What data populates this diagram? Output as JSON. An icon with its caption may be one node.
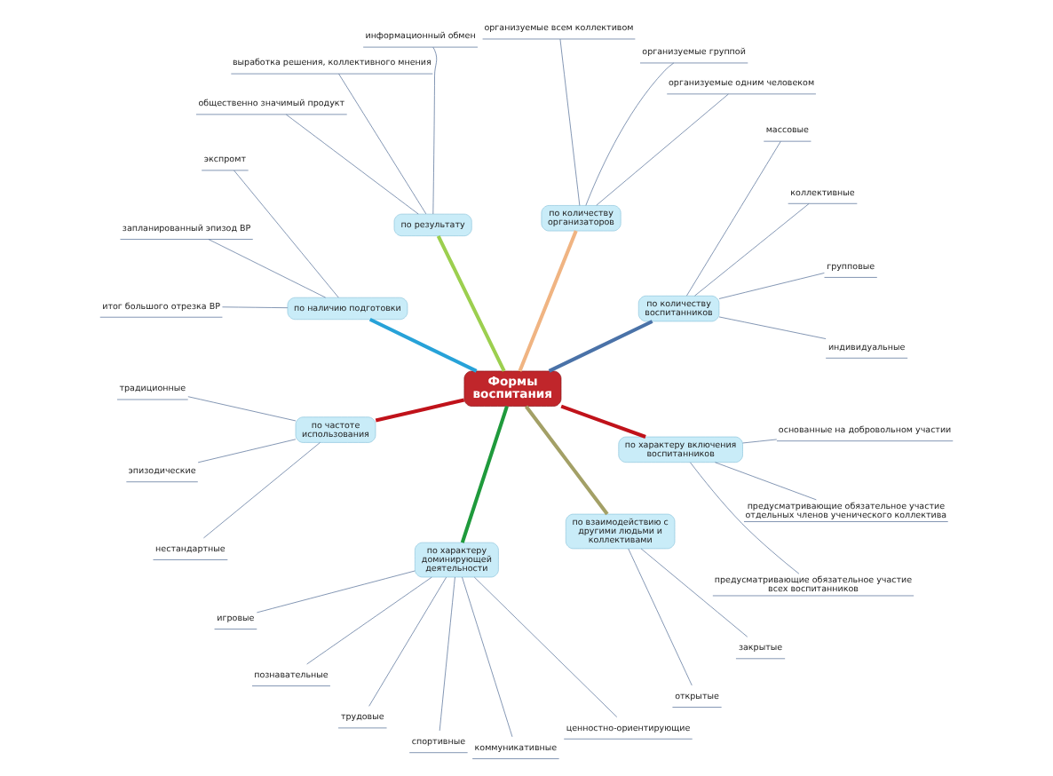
{
  "diagram": {
    "nodes": [
      {
        "text": [
          "Формы воспитания"
        ]
      },
      {
        "text": [
          "по количеству воспитанников"
        ]
      },
      {
        "text": [
          "индивидуальные"
        ]
      },
      {
        "text": [
          "групповые"
        ]
      },
      {
        "text": [
          "коллективные"
        ]
      },
      {
        "text": [
          "массовые"
        ]
      },
      {
        "text": [
          "по количеству организаторов"
        ]
      },
      {
        "text": [
          "организуемые одним человеком"
        ]
      },
      {
        "text": [
          "организуемые группой"
        ]
      },
      {
        "text": [
          "организуемые всем коллективом"
        ]
      },
      {
        "text": [
          "по результату"
        ]
      },
      {
        "text": [
          "информационный обмен"
        ]
      },
      {
        "text": [
          "выработка решения, коллективного мнения"
        ]
      },
      {
        "text": [
          "общественно значимый продукт"
        ]
      },
      {
        "text": [
          "по наличию подготовки"
        ]
      },
      {
        "text": [
          "экспромт"
        ]
      },
      {
        "text": [
          "запланированный эпизод ВР"
        ]
      },
      {
        "text": [
          "итог большого отрезка ВР"
        ]
      },
      {
        "text": [
          "по частоте использования"
        ]
      },
      {
        "text": [
          "традиционные"
        ]
      },
      {
        "text": [
          "эпизодические"
        ]
      },
      {
        "text": [
          "нестандартные"
        ]
      },
      {
        "text": [
          "по характеру доминирующей деятельности"
        ]
      },
      {
        "text": [
          "игровые"
        ]
      },
      {
        "text": [
          "познавательные"
        ]
      },
      {
        "text": [
          "трудовые"
        ]
      },
      {
        "text": [
          "спортивные"
        ]
      },
      {
        "text": [
          "коммуникативные"
        ]
      },
      {
        "text": [
          "ценностно-ориентирующие"
        ]
      },
      {
        "text": [
          "по взаимодействию с другими людьми и коллективами"
        ]
      },
      {
        "text": [
          "открытые"
        ]
      },
      {
        "text": [
          "закрытые"
        ]
      },
      {
        "text": [
          "по характеру включения воспитанников"
        ]
      },
      {
        "text": [
          "предусматривающие обязательное участие всех воспитанников"
        ]
      },
      {
        "text": [
          "предусматривающие обязательное участие отдельных членов ученического коллектива"
        ]
      },
      {
        "text": [
          "основанные на добровольном участии"
        ]
      }
    ],
    "edges": [
      {
        "from": 0,
        "to": 1,
        "arrow": "none",
        "style": "thick",
        "color": "#4a72a8"
      },
      {
        "from": 1,
        "to": 2,
        "arrow": "none"
      },
      {
        "from": 1,
        "to": 3,
        "arrow": "none"
      },
      {
        "from": 1,
        "to": 4,
        "arrow": "none"
      },
      {
        "from": 1,
        "to": 5,
        "arrow": "none"
      },
      {
        "from": 0,
        "to": 6,
        "arrow": "none",
        "style": "thick",
        "color": "#f0b482"
      },
      {
        "from": 6,
        "to": 7,
        "arrow": "none"
      },
      {
        "from": 6,
        "to": 8,
        "arrow": "none"
      },
      {
        "from": 6,
        "to": 9,
        "arrow": "none"
      },
      {
        "from": 0,
        "to": 10,
        "arrow": "none",
        "style": "thick",
        "color": "#9ccf4f"
      },
      {
        "from": 10,
        "to": 11,
        "arrow": "none"
      },
      {
        "from": 10,
        "to": 12,
        "arrow": "none"
      },
      {
        "from": 10,
        "to": 13,
        "arrow": "none"
      },
      {
        "from": 0,
        "to": 14,
        "arrow": "none",
        "style": "thick",
        "color": "#27a2d8"
      },
      {
        "from": 14,
        "to": 15,
        "arrow": "none"
      },
      {
        "from": 14,
        "to": 16,
        "arrow": "none"
      },
      {
        "from": 14,
        "to": 17,
        "arrow": "none"
      },
      {
        "from": 0,
        "to": 18,
        "arrow": "none",
        "style": "thick",
        "color": "#c0121a"
      },
      {
        "from": 18,
        "to": 19,
        "arrow": "none"
      },
      {
        "from": 18,
        "to": 20,
        "arrow": "none"
      },
      {
        "from": 18,
        "to": 21,
        "arrow": "none"
      },
      {
        "from": 0,
        "to": 22,
        "arrow": "none",
        "style": "thick",
        "color": "#1f9a3c"
      },
      {
        "from": 22,
        "to": 23,
        "arrow": "none"
      },
      {
        "from": 22,
        "to": 24,
        "arrow": "none"
      },
      {
        "from": 22,
        "to": 25,
        "arrow": "none"
      },
      {
        "from": 22,
        "to": 26,
        "arrow": "none"
      },
      {
        "from": 22,
        "to": 27,
        "arrow": "none"
      },
      {
        "from": 22,
        "to": 28,
        "arrow": "none"
      },
      {
        "from": 0,
        "to": 29,
        "arrow": "none",
        "style": "thick",
        "color": "#a3a066"
      },
      {
        "from": 29,
        "to": 30,
        "arrow": "none"
      },
      {
        "from": 29,
        "to": 31,
        "arrow": "none"
      },
      {
        "from": 0,
        "to": 32,
        "arrow": "none",
        "style": "thick",
        "color": "#c0121a"
      },
      {
        "from": 32,
        "to": 33,
        "arrow": "none"
      },
      {
        "from": 32,
        "to": 34,
        "arrow": "none"
      },
      {
        "from": 32,
        "to": 35,
        "arrow": "none"
      }
    ]
  }
}
